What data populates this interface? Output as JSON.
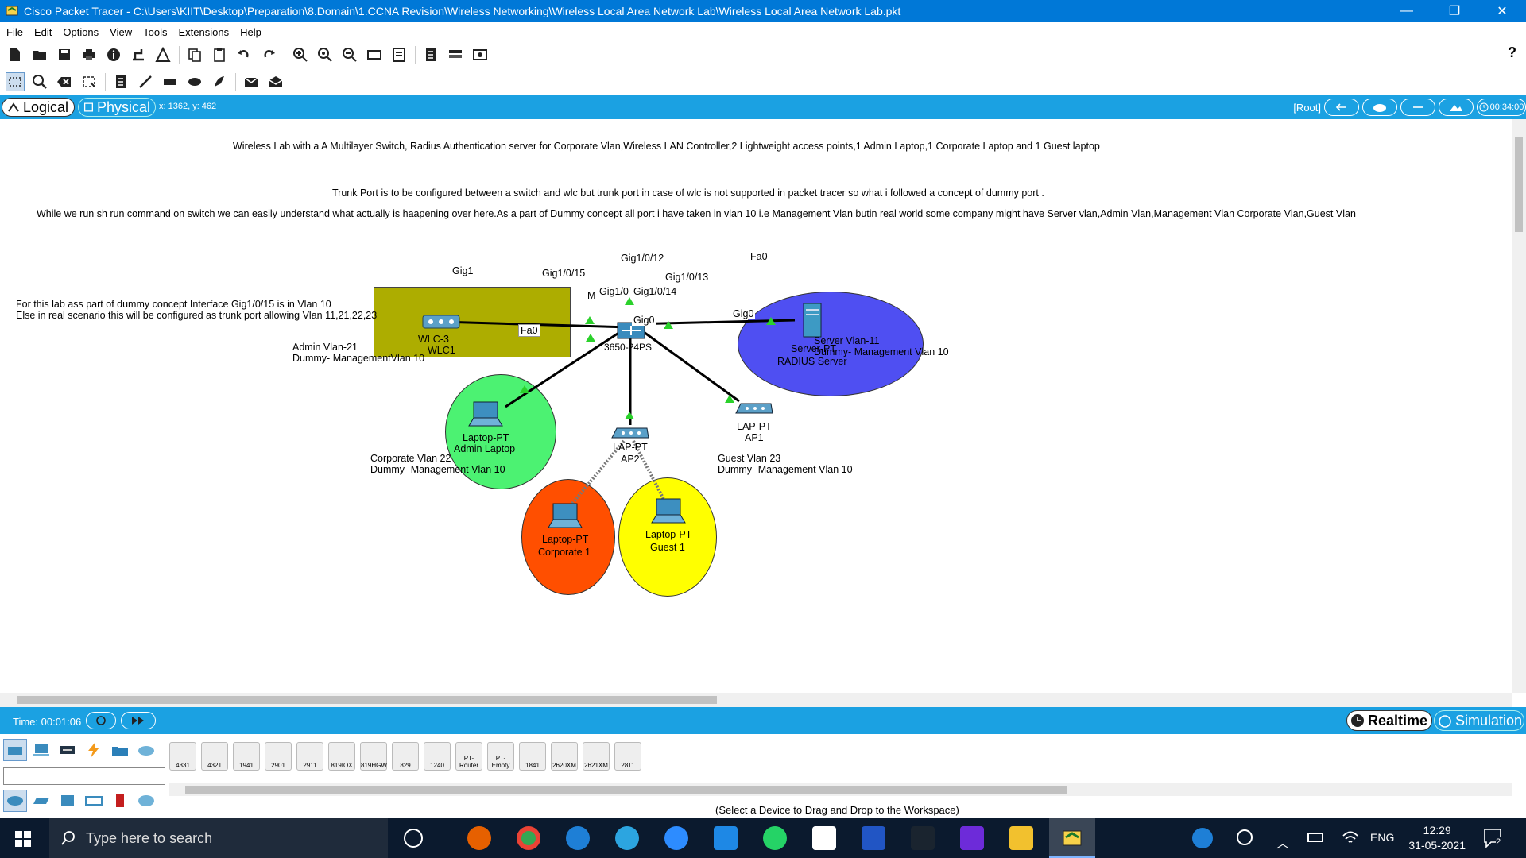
{
  "window": {
    "title": "Cisco Packet Tracer - C:\\Users\\KIIT\\Desktop\\Preparation\\8.Domain\\1.CCNA Revision\\Wireless Networking\\Wireless Local Area Network Lab\\Wireless Local Area Network Lab.pkt",
    "minimize": "—",
    "restore": "❐",
    "close": "✕"
  },
  "menu": [
    "File",
    "Edit",
    "Options",
    "View",
    "Tools",
    "Extensions",
    "Help"
  ],
  "help_glyph": "?",
  "modebar": {
    "logical": "Logical",
    "physical": "Physical",
    "coords": "x: 1362, y: 462",
    "root": "[Root]",
    "clock": "00:34:00"
  },
  "workspace": {
    "notes": {
      "header": "Wireless Lab with a A Multilayer Switch, Radius Authentication server for Corporate Vlan,Wireless LAN Controller,2 Lightweight access points,1 Admin Laptop,1 Corporate Laptop and 1 Guest laptop",
      "trunk": "Trunk Port is to be configured between a switch and wlc but trunk port in case of wlc is not supported in packet tracer so what i followed a concept of dummy port .",
      "shrun": "While we run sh run command on switch we can easily understand what actually is haapening over here.As a part of Dummy concept all port i have taken in vlan 10 i.e Management Vlan butin real world some company might have Server vlan,Admin Vlan,Management Vlan Corporate Vlan,Guest Vlan",
      "dummy1": "For this lab ass part of dummy concept Interface Gig1/0/15 is in Vlan 10",
      "dummy2": "Else in real scenario this will be configured as trunk port allowing Vlan 11,21,22,23",
      "admin1": "Admin Vlan-21",
      "admin2": "Dummy- ManagementVlan 10",
      "server1": "Server Vlan-11",
      "server2": "Dummy- Management Vlan 10",
      "corp1": "Corporate Vlan 22",
      "corp2": "Dummy- Management Vlan 10",
      "guest1": "Guest Vlan 23",
      "guest2": "Dummy- Management Vlan 10"
    },
    "devices": {
      "wlc_model": "WLC-3",
      "wlc_name": "WLC1",
      "switch_model": "3650-24PS",
      "server_model": "Server-PT",
      "server_name": "RADIUS Server",
      "admin_model": "Laptop-PT",
      "admin_name": "Admin Laptop",
      "ap2_model": "LAP-PT",
      "ap2_name": "AP2",
      "ap1_model": "LAP-PT",
      "ap1_name": "AP1",
      "corp_model": "Laptop-PT",
      "corp_name": "Corporate 1",
      "guest_model": "Laptop-PT",
      "guest_name": "Guest 1"
    },
    "ports": {
      "wlc_gig1": "Gig1",
      "sw_1015": "Gig1/0/15",
      "sw_1012": "Gig1/0/12",
      "srv_fa0": "Fa0",
      "sw_1013": "Gig1/0/13",
      "sw_m": "M",
      "sw_gig10": "Gig1/0",
      "sw_1014": "Gig1/0/14",
      "admin_fa0": "Fa0",
      "ap2_gig0": "Gig0",
      "ap1_gig0": "Gig0"
    }
  },
  "bottom": {
    "time": "Time: 00:01:06",
    "realtime": "Realtime",
    "simulation": "Simulation",
    "device_models": [
      "4331",
      "4321",
      "1941",
      "2901",
      "2911",
      "819IOX",
      "819HGW",
      "829",
      "1240",
      "PT-Router",
      "PT-Empty",
      "1841",
      "2620XM",
      "2621XM",
      "2811"
    ],
    "status": "(Select a Device to Drag and Drop to the Workspace)"
  },
  "taskbar": {
    "search_placeholder": "Type here to search",
    "lang": "ENG",
    "time": "12:29",
    "date": "31-05-2021",
    "notifications": "2"
  },
  "colors": {
    "titlebar": "#0078d7",
    "modebar": "#1ba1e2",
    "wlc_area": "#adad00",
    "server_area": "#4f4ff2",
    "admin_area": "#4cf272",
    "corporate_area": "#ff4f00",
    "guest_area": "#ffff00"
  }
}
